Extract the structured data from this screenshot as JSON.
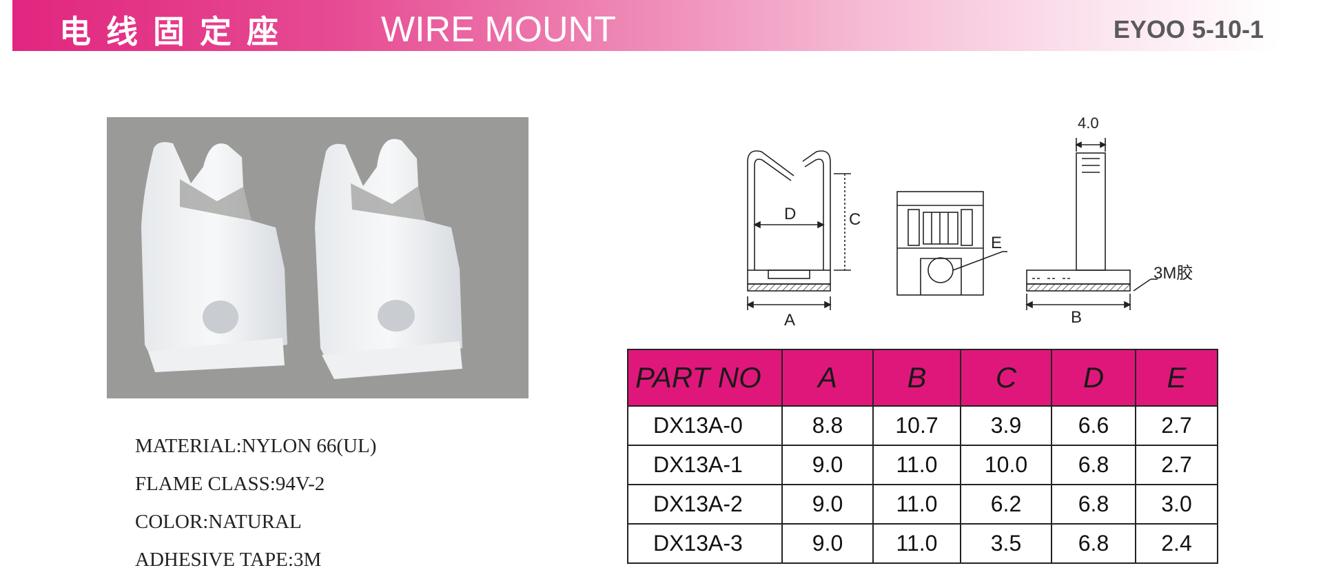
{
  "header": {
    "title_cn": "电线固定座",
    "title_en": "WIRE MOUNT",
    "code": "EYOO 5-10-1",
    "colors": {
      "banner_start": "#e1267f",
      "banner_end": "#ffffff",
      "code_text": "#5a5a5a"
    }
  },
  "photo": {
    "icon": "wire-mount-photo-icon",
    "background": "#9a9a98"
  },
  "specs": {
    "material": "MATERIAL:NYLON 66(UL)",
    "flame_class": "FLAME CLASS:94V-2",
    "color": "COLOR:NATURAL",
    "adhesive": "ADHESIVE TAPE:3M"
  },
  "drawing": {
    "dim_A": "A",
    "dim_B": "B",
    "dim_C": "C",
    "dim_D": "D",
    "dim_E": "E",
    "width_label": "4.0",
    "tape_label": "3M胶"
  },
  "table": {
    "header_color": "#e0177a",
    "headers": [
      "PART NO",
      "A",
      "B",
      "C",
      "D",
      "E"
    ],
    "rows": [
      [
        "DX13A-0",
        "8.8",
        "10.7",
        "3.9",
        "6.6",
        "2.7"
      ],
      [
        "DX13A-1",
        "9.0",
        "11.0",
        "10.0",
        "6.8",
        "2.7"
      ],
      [
        "DX13A-2",
        "9.0",
        "11.0",
        "6.2",
        "6.8",
        "3.0"
      ],
      [
        "DX13A-3",
        "9.0",
        "11.0",
        "3.5",
        "6.8",
        "2.4"
      ]
    ]
  }
}
